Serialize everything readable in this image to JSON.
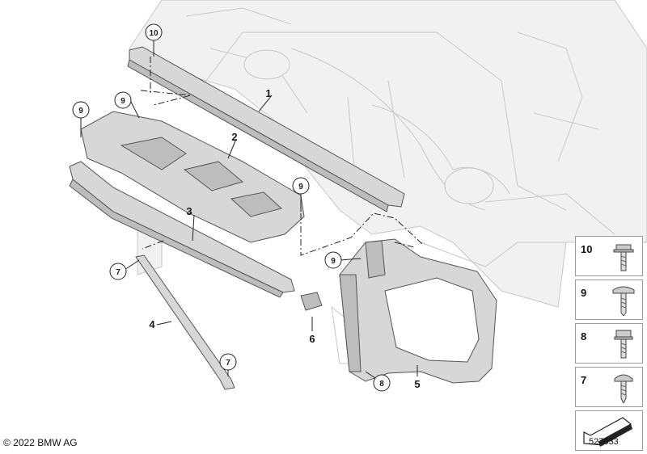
{
  "callouts": {
    "c10": "10",
    "c9a": "9",
    "c9b": "9",
    "c9c": "9",
    "c9d": "9",
    "c7a": "7",
    "c7b": "7",
    "c8": "8",
    "l1": "1",
    "l2": "2",
    "l3": "3",
    "l4": "4",
    "l5": "5",
    "l6": "6"
  },
  "legend": [
    {
      "num": "10",
      "icon": "flange-bolt-icon"
    },
    {
      "num": "9",
      "icon": "torx-screw-icon"
    },
    {
      "num": "8",
      "icon": "hex-bolt-icon"
    },
    {
      "num": "7",
      "icon": "pan-screw-icon"
    }
  ],
  "copyright": "© 2022 BMW AG",
  "diagram_id": "527633"
}
